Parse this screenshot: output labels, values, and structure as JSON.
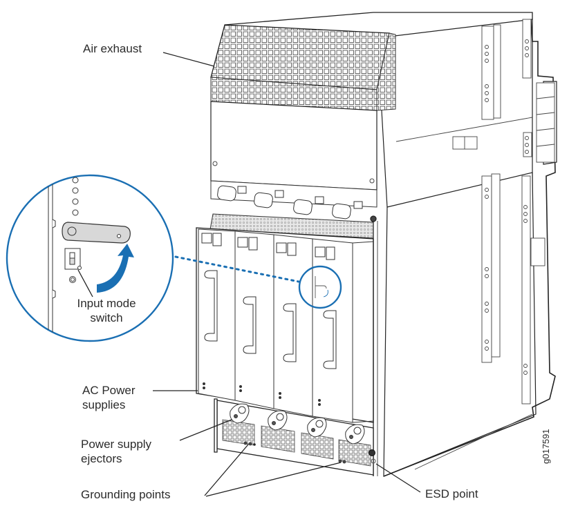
{
  "figure": {
    "id": "g017591",
    "accent_color": "#1a6fb3",
    "line_color": "#222222"
  },
  "callouts": {
    "air_exhaust": "Air exhaust",
    "input_mode_switch": [
      "Input mode",
      "switch"
    ],
    "ac_power_supplies": [
      "AC Power",
      "supplies"
    ],
    "power_supply_ejectors": [
      "Power supply",
      "ejectors"
    ],
    "grounding_points": "Grounding points",
    "esd_point": "ESD point"
  },
  "components": {
    "power_supply_count": 4,
    "power_inlet_count": 4,
    "ejector_count": 4,
    "detail_leds": 4
  }
}
